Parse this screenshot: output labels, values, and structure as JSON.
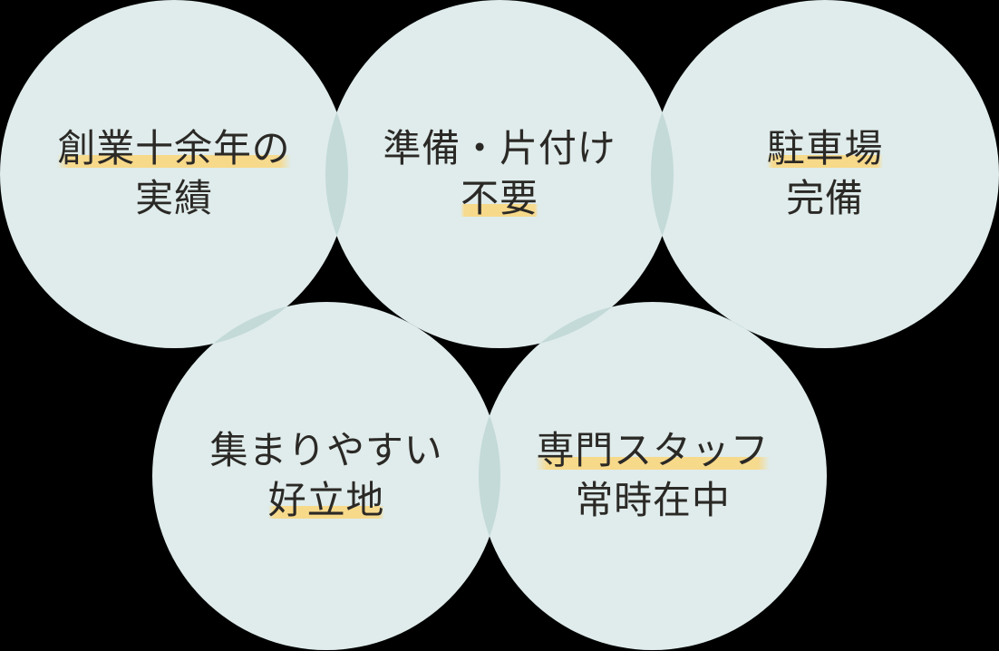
{
  "graphic": {
    "kind": "venn-circles-feature-list",
    "background_color": "#000000",
    "circle_color": "#dfeceb",
    "overlap_color": "#c7dddc",
    "text_color": "#2b2926",
    "highlight_color": "#f7d98a"
  },
  "circles": [
    {
      "id": "circle-experience",
      "line1": "創業十余年の",
      "line2": "実績",
      "highlight_line": 1
    },
    {
      "id": "circle-no-setup",
      "line1": "準備・片付け",
      "line2": "不要",
      "highlight_line": 2
    },
    {
      "id": "circle-parking",
      "line1": "駐車場",
      "line2": "完備",
      "highlight_line": 1
    },
    {
      "id": "circle-location",
      "line1": "集まりやすい",
      "line2": "好立地",
      "highlight_line": 2
    },
    {
      "id": "circle-staff",
      "line1": "専門スタッフ",
      "line2": "常時在中",
      "highlight_line": 1
    }
  ]
}
